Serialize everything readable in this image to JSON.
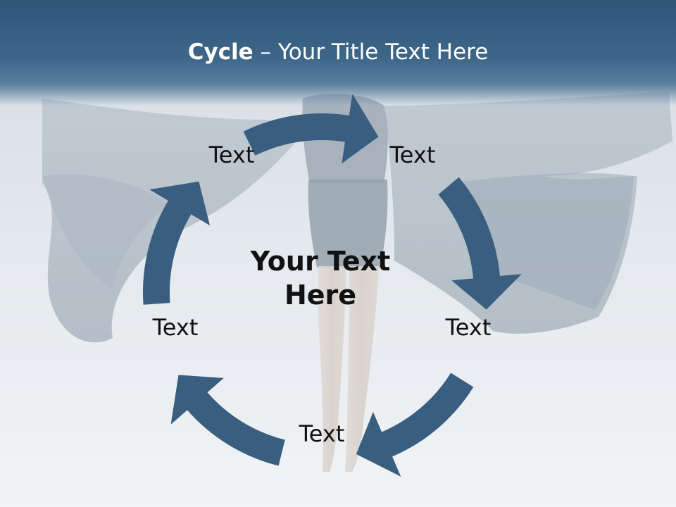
{
  "title": {
    "bold": "Cycle",
    "rest": " – Your Title Text Here"
  },
  "center_text": "Your Text Here",
  "nodes": [
    {
      "label": "Text"
    },
    {
      "label": "Text"
    },
    {
      "label": "Text"
    },
    {
      "label": "Text"
    },
    {
      "label": "Text"
    }
  ],
  "colors": {
    "arrow": "#3a5e7f",
    "title_bar": "#345b7e",
    "text": "#111111"
  }
}
